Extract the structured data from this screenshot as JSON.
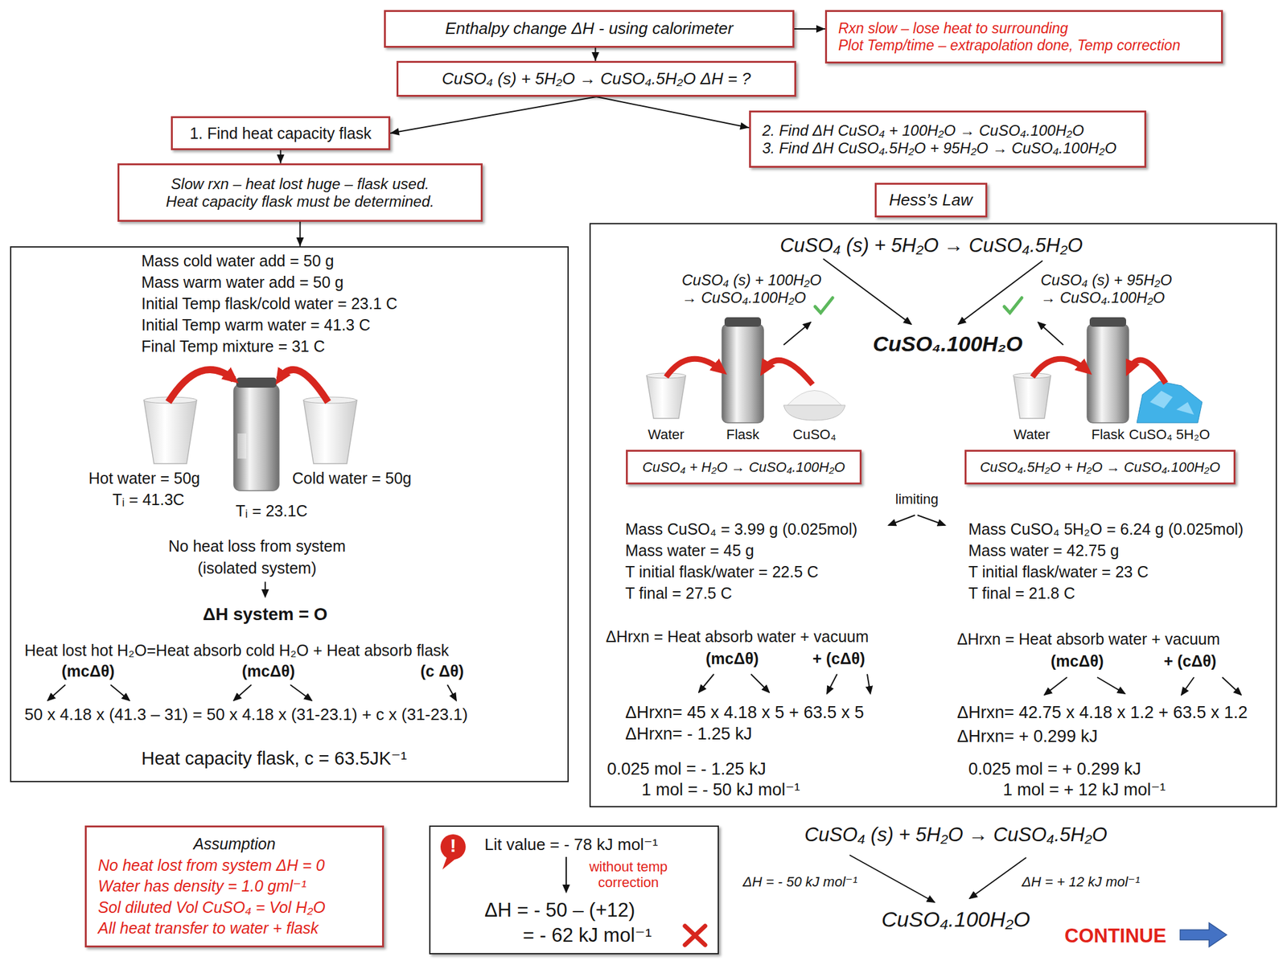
{
  "diagram": {
    "nodes": [
      {
        "text": [
          "Enthalpy change ΔH - using calorimeter"
        ]
      },
      {
        "text": [
          "Rxn slow – lose heat to surrounding",
          "Plot Temp/time – extrapolation done, Temp correction"
        ]
      },
      {
        "text": [
          "CuSO₄ (s) + 5H₂O → CuSO₄.5H₂O ΔH = ?"
        ]
      },
      {
        "text": [
          "1. Find heat capacity flask"
        ]
      },
      {
        "text": [
          "2. Find ΔH CuSO₄ + 100H₂O → CuSO₄.100H₂O",
          "3. Find ΔH CuSO₄.5H₂O + 95H₂O → CuSO₄.100H₂O"
        ]
      },
      {
        "text": [
          "Slow rxn – heat lost huge – flask used.",
          "Heat capacity flask must be determined."
        ]
      },
      {
        "text": [
          "Hess’s Law"
        ]
      },
      {
        "text": [
          "Mass cold water add = 50 g",
          "Mass warm water add = 50 g",
          "Initial Temp flask/cold water = 23.1 C",
          "Initial Temp warm water = 41.3 C",
          "Final Temp mixture = 31 C",
          "Hot water = 50g",
          "Tᵢ = 41.3C",
          "Cold water = 50g",
          "Tᵢ = 23.1C",
          "No heat loss from system (isolated system)",
          "ΔH system = O",
          "Heat lost hot H₂O=Heat absorb cold H₂O + Heat absorb flask",
          "(mcΔθ)",
          "(mcΔθ)",
          "(c Δθ)",
          "50 x 4.18 x (41.3 – 31) = 50 x 4.18 x (31-23.1) + c x (31-23.1)",
          "Heat capacity flask, c = 63.5JK⁻¹"
        ]
      },
      {
        "text": [
          "CuSO₄ (s) + 5H₂O → CuSO₄.5H₂O",
          "CuSO₄ (s) + 100H₂O → CuSO₄.100H₂O",
          "CuSO₄ (s) + 95H₂O → CuSO₄.100H₂O",
          "CuSO₄.100H₂O",
          "Water",
          "Flask",
          "CuSO₄",
          "Water",
          "Flask",
          "CuSO₄ 5H₂O",
          "limiting",
          "Mass CuSO₄ = 3.99 g (0.025mol)",
          "Mass water = 45 g",
          "T initial flask/water = 22.5 C",
          "T final = 27.5 C",
          "ΔHrxn = Heat absorb water + vacuum",
          "(mcΔθ)",
          "+ (cΔθ)",
          "ΔHrxn= 45 x 4.18 x 5 + 63.5 x 5",
          "ΔHrxn= - 1.25 kJ",
          "0.025 mol = - 1.25 kJ",
          "1 mol = - 50 kJ mol⁻¹",
          "Mass CuSO₄ 5H₂O = 6.24 g (0.025mol)",
          "Mass water = 42.75 g",
          "T initial flask/water = 23 C",
          "T final = 21.8 C",
          "ΔHrxn = Heat absorb water + vacuum",
          "(mcΔθ)",
          "+ (cΔθ)",
          "ΔHrxn= 42.75 x 4.18 x 1.2 + 63.5 x 1.2",
          "ΔHrxn= + 0.299 kJ",
          "0.025 mol = + 0.299 kJ",
          "1 mol = + 12 kJ mol⁻¹"
        ]
      },
      {
        "text": [
          "CuSO₄ + H₂O → CuSO₄.100H₂O"
        ],
        "in": 8
      },
      {
        "text": [
          "CuSO₄.5H₂O + H₂O → CuSO₄.100H₂O"
        ],
        "in": 8
      },
      {
        "text": [
          "Assumption",
          "No heat lost from system ΔH = 0",
          "Water has density = 1.0 gml⁻¹",
          "Sol diluted Vol CuSO₄ = Vol H₂O",
          "All heat transfer to water + flask"
        ]
      },
      {
        "text": [
          "!",
          "Lit value = - 78 kJ mol⁻¹",
          "without temp correction",
          "ΔH = - 50 – (+12)",
          "= - 62 kJ mol⁻¹"
        ]
      }
    ],
    "edges": [
      {
        "from": 0,
        "to": 1,
        "arrow": "to"
      },
      {
        "from": 0,
        "to": 2,
        "arrow": "to"
      },
      {
        "from": 2,
        "to": 3,
        "arrow": "to"
      },
      {
        "from": 2,
        "to": 4,
        "arrow": "to"
      },
      {
        "from": 3,
        "to": 5,
        "arrow": "to"
      },
      {
        "from": 5,
        "to": 7,
        "arrow": "to"
      }
    ],
    "labels": [
      "CuSO₄ (s) + 5H₂O → CuSO₄.5H₂O",
      "ΔH = - 50 kJ mol⁻¹",
      "ΔH = + 12 kJ mol⁻¹",
      "CuSO₄.100H₂O",
      "CONTINUE"
    ]
  }
}
